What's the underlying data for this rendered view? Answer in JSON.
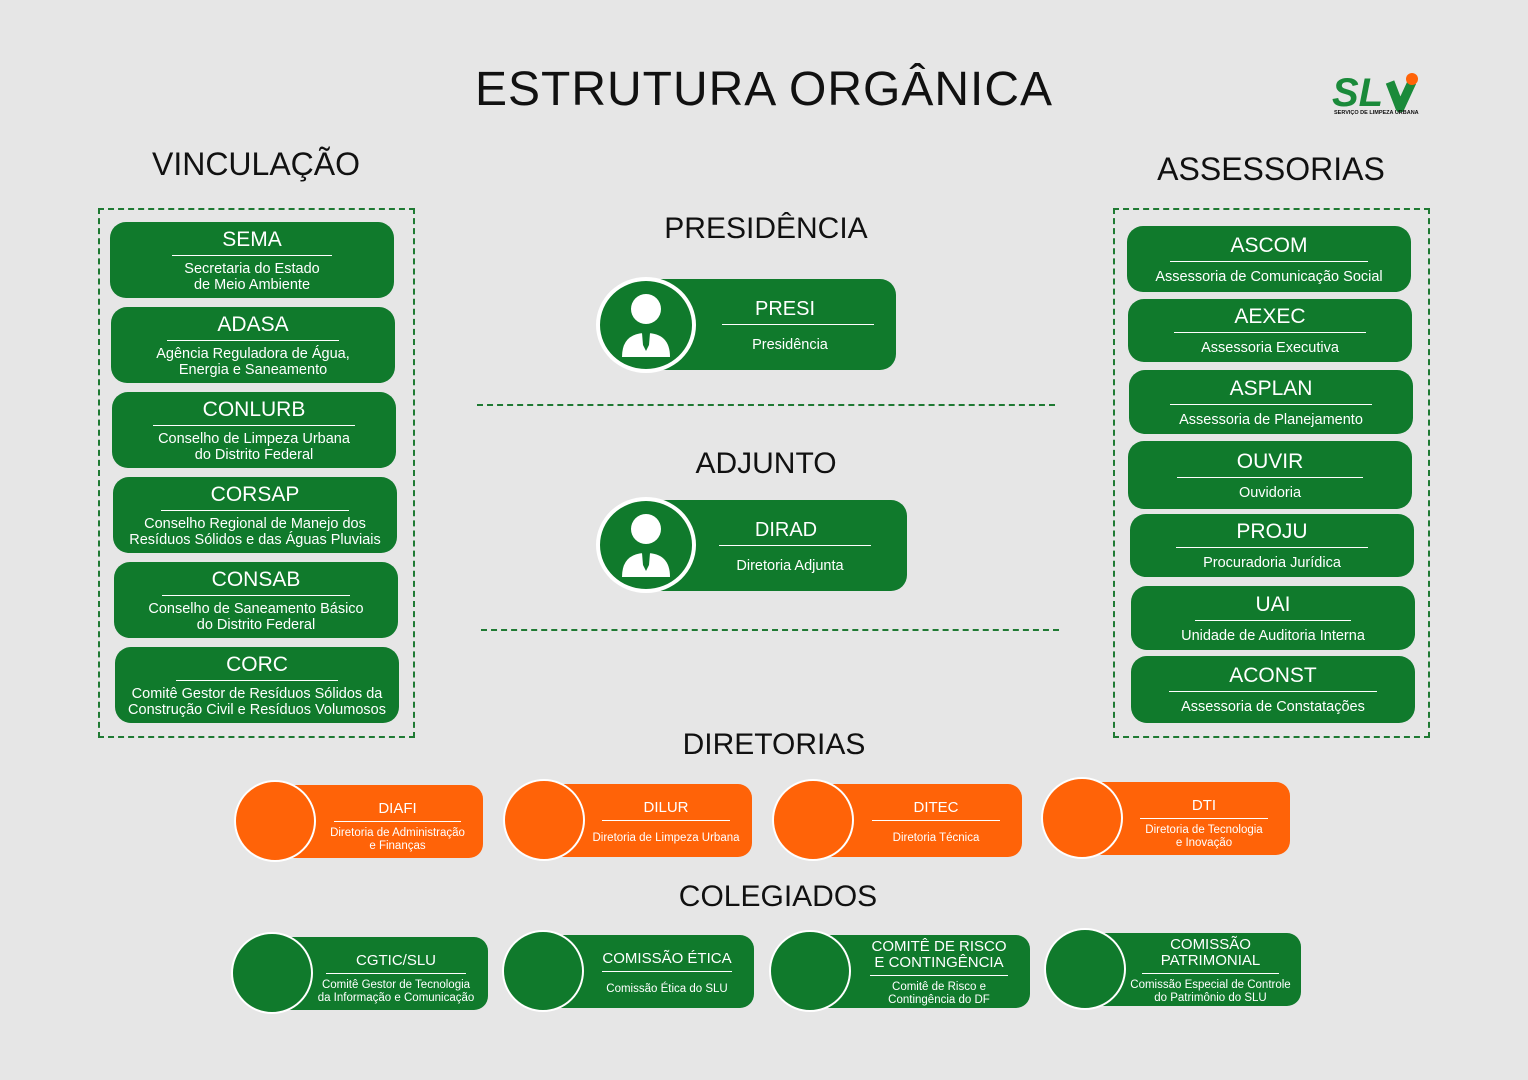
{
  "title": "ESTRUTURA ORGÂNICA",
  "logo": {
    "text": "SLU",
    "subtitle": "SERVIÇO DE LIMPEZA URBANA",
    "green": "#1a8a3a",
    "orange": "#ff6308"
  },
  "vinculacao": {
    "heading": "VINCULAÇÃO",
    "items": [
      {
        "name": "SEMA",
        "desc": "Secretaria do Estado\nde Meio Ambiente"
      },
      {
        "name": "ADASA",
        "desc": "Agência Reguladora de Água,\nEnergia e Saneamento"
      },
      {
        "name": "CONLURB",
        "desc": "Conselho de Limpeza Urbana\ndo Distrito Federal"
      },
      {
        "name": "CORSAP",
        "desc": "Conselho Regional de Manejo dos\nResíduos Sólidos e das Águas Pluviais"
      },
      {
        "name": "CONSAB",
        "desc": "Conselho de Saneamento Básico\ndo Distrito Federal"
      },
      {
        "name": "CORC",
        "desc": "Comitê Gestor de Resíduos Sólidos da\nConstrução Civil e Resíduos Volumosos"
      }
    ]
  },
  "assessorias": {
    "heading": "ASSESSORIAS",
    "items": [
      {
        "name": "ASCOM",
        "desc": "Assessoria de Comunicação Social"
      },
      {
        "name": "AEXEC",
        "desc": "Assessoria Executiva"
      },
      {
        "name": "ASPLAN",
        "desc": "Assessoria de Planejamento"
      },
      {
        "name": "OUVIR",
        "desc": "Ouvidoria"
      },
      {
        "name": "PROJU",
        "desc": "Procuradoria Jurídica"
      },
      {
        "name": "UAI",
        "desc": "Unidade de Auditoria Interna"
      },
      {
        "name": "ACONST",
        "desc": "Assessoria de Constatações"
      }
    ]
  },
  "presidencia": {
    "heading": "PRESIDÊNCIA",
    "name": "PRESI",
    "desc": "Presidência"
  },
  "adjunto": {
    "heading": "ADJUNTO",
    "name": "DIRAD",
    "desc": "Diretoria Adjunta"
  },
  "diretorias": {
    "heading": "DIRETORIAS",
    "items": [
      {
        "name": "DIAFI",
        "desc": "Diretoria de Administração\ne Finanças"
      },
      {
        "name": "DILUR",
        "desc": "Diretoria de Limpeza Urbana"
      },
      {
        "name": "DITEC",
        "desc": "Diretoria Técnica"
      },
      {
        "name": "DTI",
        "desc": "Diretoria de Tecnologia\ne Inovação"
      }
    ]
  },
  "colegiados": {
    "heading": "COLEGIADOS",
    "items": [
      {
        "name": "CGTIC/SLU",
        "desc": "Comitê Gestor de Tecnologia\nda Informação e Comunicação"
      },
      {
        "name": "COMISSÃO ÉTICA",
        "desc": "Comissão Ética do SLU"
      },
      {
        "name": "COMITÊ DE RISCO\nE CONTINGÊNCIA",
        "desc": "Comitê de Risco e\nContingência do DF"
      },
      {
        "name": "COMISSÃO\nPATRIMONIAL",
        "desc": "Comissão Especial de Controle\ndo Patrimônio do SLU"
      }
    ]
  }
}
